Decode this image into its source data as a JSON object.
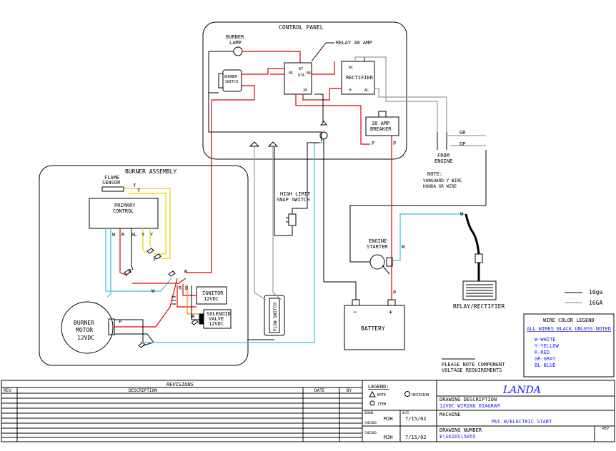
{
  "colors": {
    "red": "#e00000",
    "gray": "#9a9a9a",
    "yellow": "#e6d400",
    "cyan": "#34c0d8",
    "orange": "#ff8a00",
    "blue_text": "#1a1aff"
  },
  "control_panel": {
    "title": "CONTROL PANEL",
    "burner_lamp": "BURNER LAMP",
    "burner_lamp_l1": "BURNER",
    "burner_lamp_l2": "LAMP",
    "burner_switch_l1": "BURNER",
    "burner_switch_l2": "SWITCH",
    "relay_label": "RELAY 40 AMP",
    "relay_pins": [
      "87",
      "87A",
      "85",
      "86",
      "30"
    ],
    "rectifier": "RECTIFIER",
    "rect_ac1": "AC",
    "rect_plus": "+",
    "rect_ac2": "AC",
    "breaker_l1": "30 AMP",
    "breaker_l2": "BREAKER"
  },
  "burner_assembly": {
    "title": "BURNER ASSEMBLY",
    "flame_l1": "FLAME",
    "flame_l2": "SENSOR",
    "primary_l1": "PRIMARY",
    "primary_l2": "CONTROL",
    "ignitor_l1": "IGNITOR",
    "ignitor_l2": "12VDC",
    "solenoid_l1": "SOLENOID",
    "solenoid_l2": "VALVE",
    "solenoid_l3": "12VDC",
    "motor_l1": "BURNER",
    "motor_l2": "MOTOR",
    "motor_l3": "12VDC"
  },
  "wire_letters": {
    "W": "W",
    "Y": "Y",
    "R": "R",
    "BL": "BL",
    "P": "P",
    "GR": "GR",
    "D": "D",
    "DP": "DP"
  },
  "components": {
    "high_limit_l1": "HIGH LIMIT",
    "high_limit_l2": "SNAP SWITCH",
    "flow_switch": "FLOW SWITCH",
    "engine_l1": "ENGINE",
    "engine_l2": "STARTER",
    "battery": "BATTERY",
    "battery_minus": "−",
    "battery_plus": "+",
    "from_l1": "FROM",
    "from_l2": "ENGINE",
    "note_l1": "NOTE:",
    "note_l2": "VANGUARD Y WIRE",
    "note_l3": "HONDA GR WIRE",
    "relay_rectifier": "RELAY/RECTIFIER",
    "please_l1": "PLEASE NOTE COMPONENT",
    "please_l2": "VOLTAGE REQUIREMENTS"
  },
  "wire_gauge": {
    "g1": "10ga",
    "g2": "16GA"
  },
  "legend": {
    "title": "WIRE COLOR LEGEND",
    "subtitle": "ALL WIRES BLACK UNLESS NOTED",
    "items": [
      "W-WHITE",
      "Y-YELLOW",
      "R-RED",
      "GR-GRAY",
      "BL-BLUE"
    ]
  },
  "title_block": {
    "revisions": "REVISIONS",
    "rev_col": "REV",
    "desc_col": "DESCRIPTION",
    "date_col": "DATE",
    "by_col": "BY",
    "legend_hdr": "LEGEND:",
    "legend_note": "NOTE",
    "legend_revision": "REVISION",
    "legend_item": "ITEM",
    "drawn_lbl": "DRAWN",
    "drawn_by": "MJH",
    "date_lbl": "DATE",
    "drawn_date": "7/15/02",
    "checked_lbl": "CHECKED",
    "checked_by": "MJH",
    "checked_date": "7/15/02",
    "company": "LANDA",
    "desc_lbl": "DRAWING DESCRIPTION",
    "desc_val": "12VDC WIRING DIAGRAM",
    "machine_lbl": "MACHINE",
    "machine_val": "MVC W/ELECTRIC START",
    "number_lbl": "DRAWING NUMBER",
    "number_val": "E\\SKIDS\\5055",
    "rev_lbl": "REV"
  }
}
